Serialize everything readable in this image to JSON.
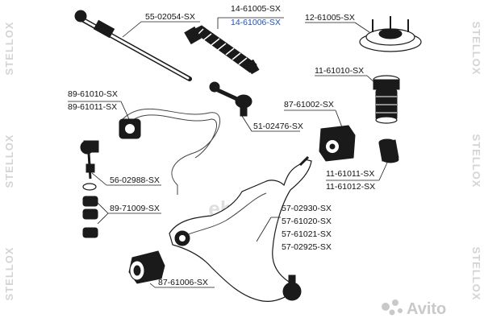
{
  "watermarks": {
    "side_left": "STELLOX",
    "side_right": "STELLOX",
    "center": "ebay",
    "corner": "Avito"
  },
  "labels": {
    "tie_rod": "55-02054-SX",
    "boot_1": "14-61005-SX",
    "boot_2": "14-61006-SX",
    "strut_mount": "12-61005-SX",
    "bump_stop": "11-61010-SX",
    "stab_bush_1": "89-61010-SX",
    "stab_bush_2": "89-61011-SX",
    "tie_rod_end": "51-02476-SX",
    "arm_bush_rear": "87-61002-SX",
    "stab_link": "56-02988-SX",
    "strut_bush_1": "11-61011-SX",
    "strut_bush_2": "11-61012-SX",
    "link_bush": "89-71009-SX",
    "arm_1": "57-02930-SX",
    "arm_2": "57-61020-SX",
    "arm_3": "57-61021-SX",
    "arm_4": "57-02925-SX",
    "arm_bush_front": "87-61006-SX"
  },
  "colors": {
    "accent_label": "#1f4fc4",
    "line": "#1a1a1a",
    "watermark": "#d4d4d4"
  }
}
